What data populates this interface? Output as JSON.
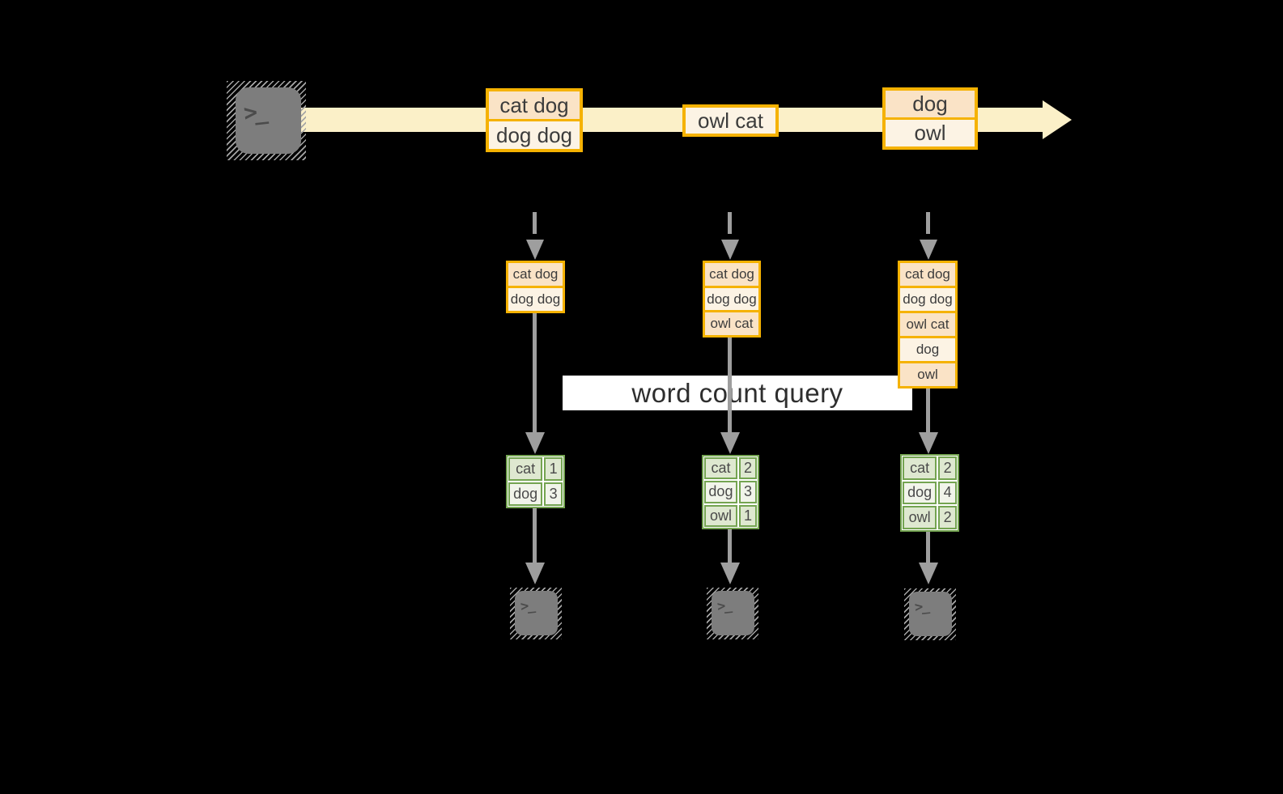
{
  "banner": {
    "label": "word count query"
  },
  "terminal_glyph": ">_",
  "icons": {
    "terminal-icon": ">_",
    "arrow-icon": "gray flow arrow",
    "stream-arrow-icon": "yellow right arrow"
  },
  "colors": {
    "background": "#000000",
    "accent_gold": "#f5b201",
    "fill_peach": "#fae3c6",
    "fill_cream": "#fcf3e4",
    "stream_band": "#fbf0c8",
    "accent_green": "#74a451",
    "fill_green_light": "#dee8d0",
    "fill_green_pale": "#f1f4ea",
    "arrow_gray": "#9e9e9e",
    "terminal_gray": "#7d7d7d",
    "banner_bg": "#ffffff",
    "text_dark": "#3c3c3c"
  },
  "stream": {
    "events": [
      {
        "rows": [
          "cat dog",
          "dog dog"
        ]
      },
      {
        "rows": [
          "owl cat"
        ]
      },
      {
        "rows": [
          "dog",
          "owl"
        ]
      }
    ]
  },
  "pipelines": [
    {
      "buffer": [
        "cat dog",
        "dog dog"
      ],
      "counts": [
        [
          "cat",
          "1"
        ],
        [
          "dog",
          "3"
        ]
      ]
    },
    {
      "buffer": [
        "cat dog",
        "dog dog",
        "owl cat"
      ],
      "counts": [
        [
          "cat",
          "2"
        ],
        [
          "dog",
          "3"
        ],
        [
          "owl",
          "1"
        ]
      ]
    },
    {
      "buffer": [
        "cat dog",
        "dog dog",
        "owl cat",
        "dog",
        "owl"
      ],
      "counts": [
        [
          "cat",
          "2"
        ],
        [
          "dog",
          "4"
        ],
        [
          "owl",
          "2"
        ]
      ]
    }
  ]
}
